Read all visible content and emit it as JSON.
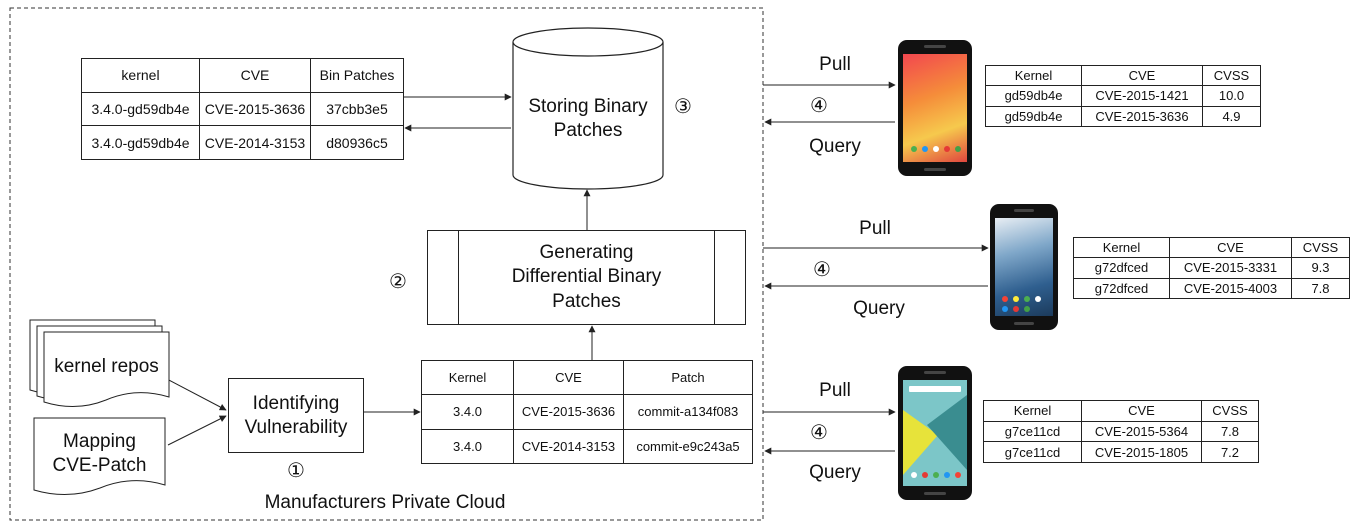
{
  "cloud_title": "Manufacturers Private Cloud",
  "storage_label": "Storing Binary\nPatches",
  "generator_label": "Generating\nDifferential Binary\nPatches",
  "identify_label": "Identifying\nVulnerability",
  "repos_label": "kernel repos",
  "mapping_label": "Mapping\nCVE-Patch",
  "steps": {
    "s1": "①",
    "s2": "②",
    "s3": "③",
    "s4": "④"
  },
  "pull_label": "Pull",
  "query_label": "Query",
  "bin_table": {
    "headers": [
      "kernel",
      "CVE",
      "Bin Patches"
    ],
    "rows": [
      [
        "3.4.0-gd59db4e",
        "CVE-2015-3636",
        "37cbb3e5"
      ],
      [
        "3.4.0-gd59db4e",
        "CVE-2014-3153",
        "d80936c5"
      ]
    ]
  },
  "patch_table": {
    "headers": [
      "Kernel",
      "CVE",
      "Patch"
    ],
    "rows": [
      [
        "3.4.0",
        "CVE-2015-3636",
        "commit-a134f083"
      ],
      [
        "3.4.0",
        "CVE-2014-3153",
        "commit-e9c243a5"
      ]
    ]
  },
  "device_tables": [
    {
      "headers": [
        "Kernel",
        "CVE",
        "CVSS"
      ],
      "rows": [
        [
          "gd59db4e",
          "CVE-2015-1421",
          "10.0"
        ],
        [
          "gd59db4e",
          "CVE-2015-3636",
          "4.9"
        ]
      ]
    },
    {
      "headers": [
        "Kernel",
        "CVE",
        "CVSS"
      ],
      "rows": [
        [
          "g72dfced",
          "CVE-2015-3331",
          "9.3"
        ],
        [
          "g72dfced",
          "CVE-2015-4003",
          "7.8"
        ]
      ]
    },
    {
      "headers": [
        "Kernel",
        "CVE",
        "CVSS"
      ],
      "rows": [
        [
          "g7ce11cd",
          "CVE-2015-5364",
          "7.8"
        ],
        [
          "g7ce11cd",
          "CVE-2015-1805",
          "7.2"
        ]
      ]
    }
  ]
}
